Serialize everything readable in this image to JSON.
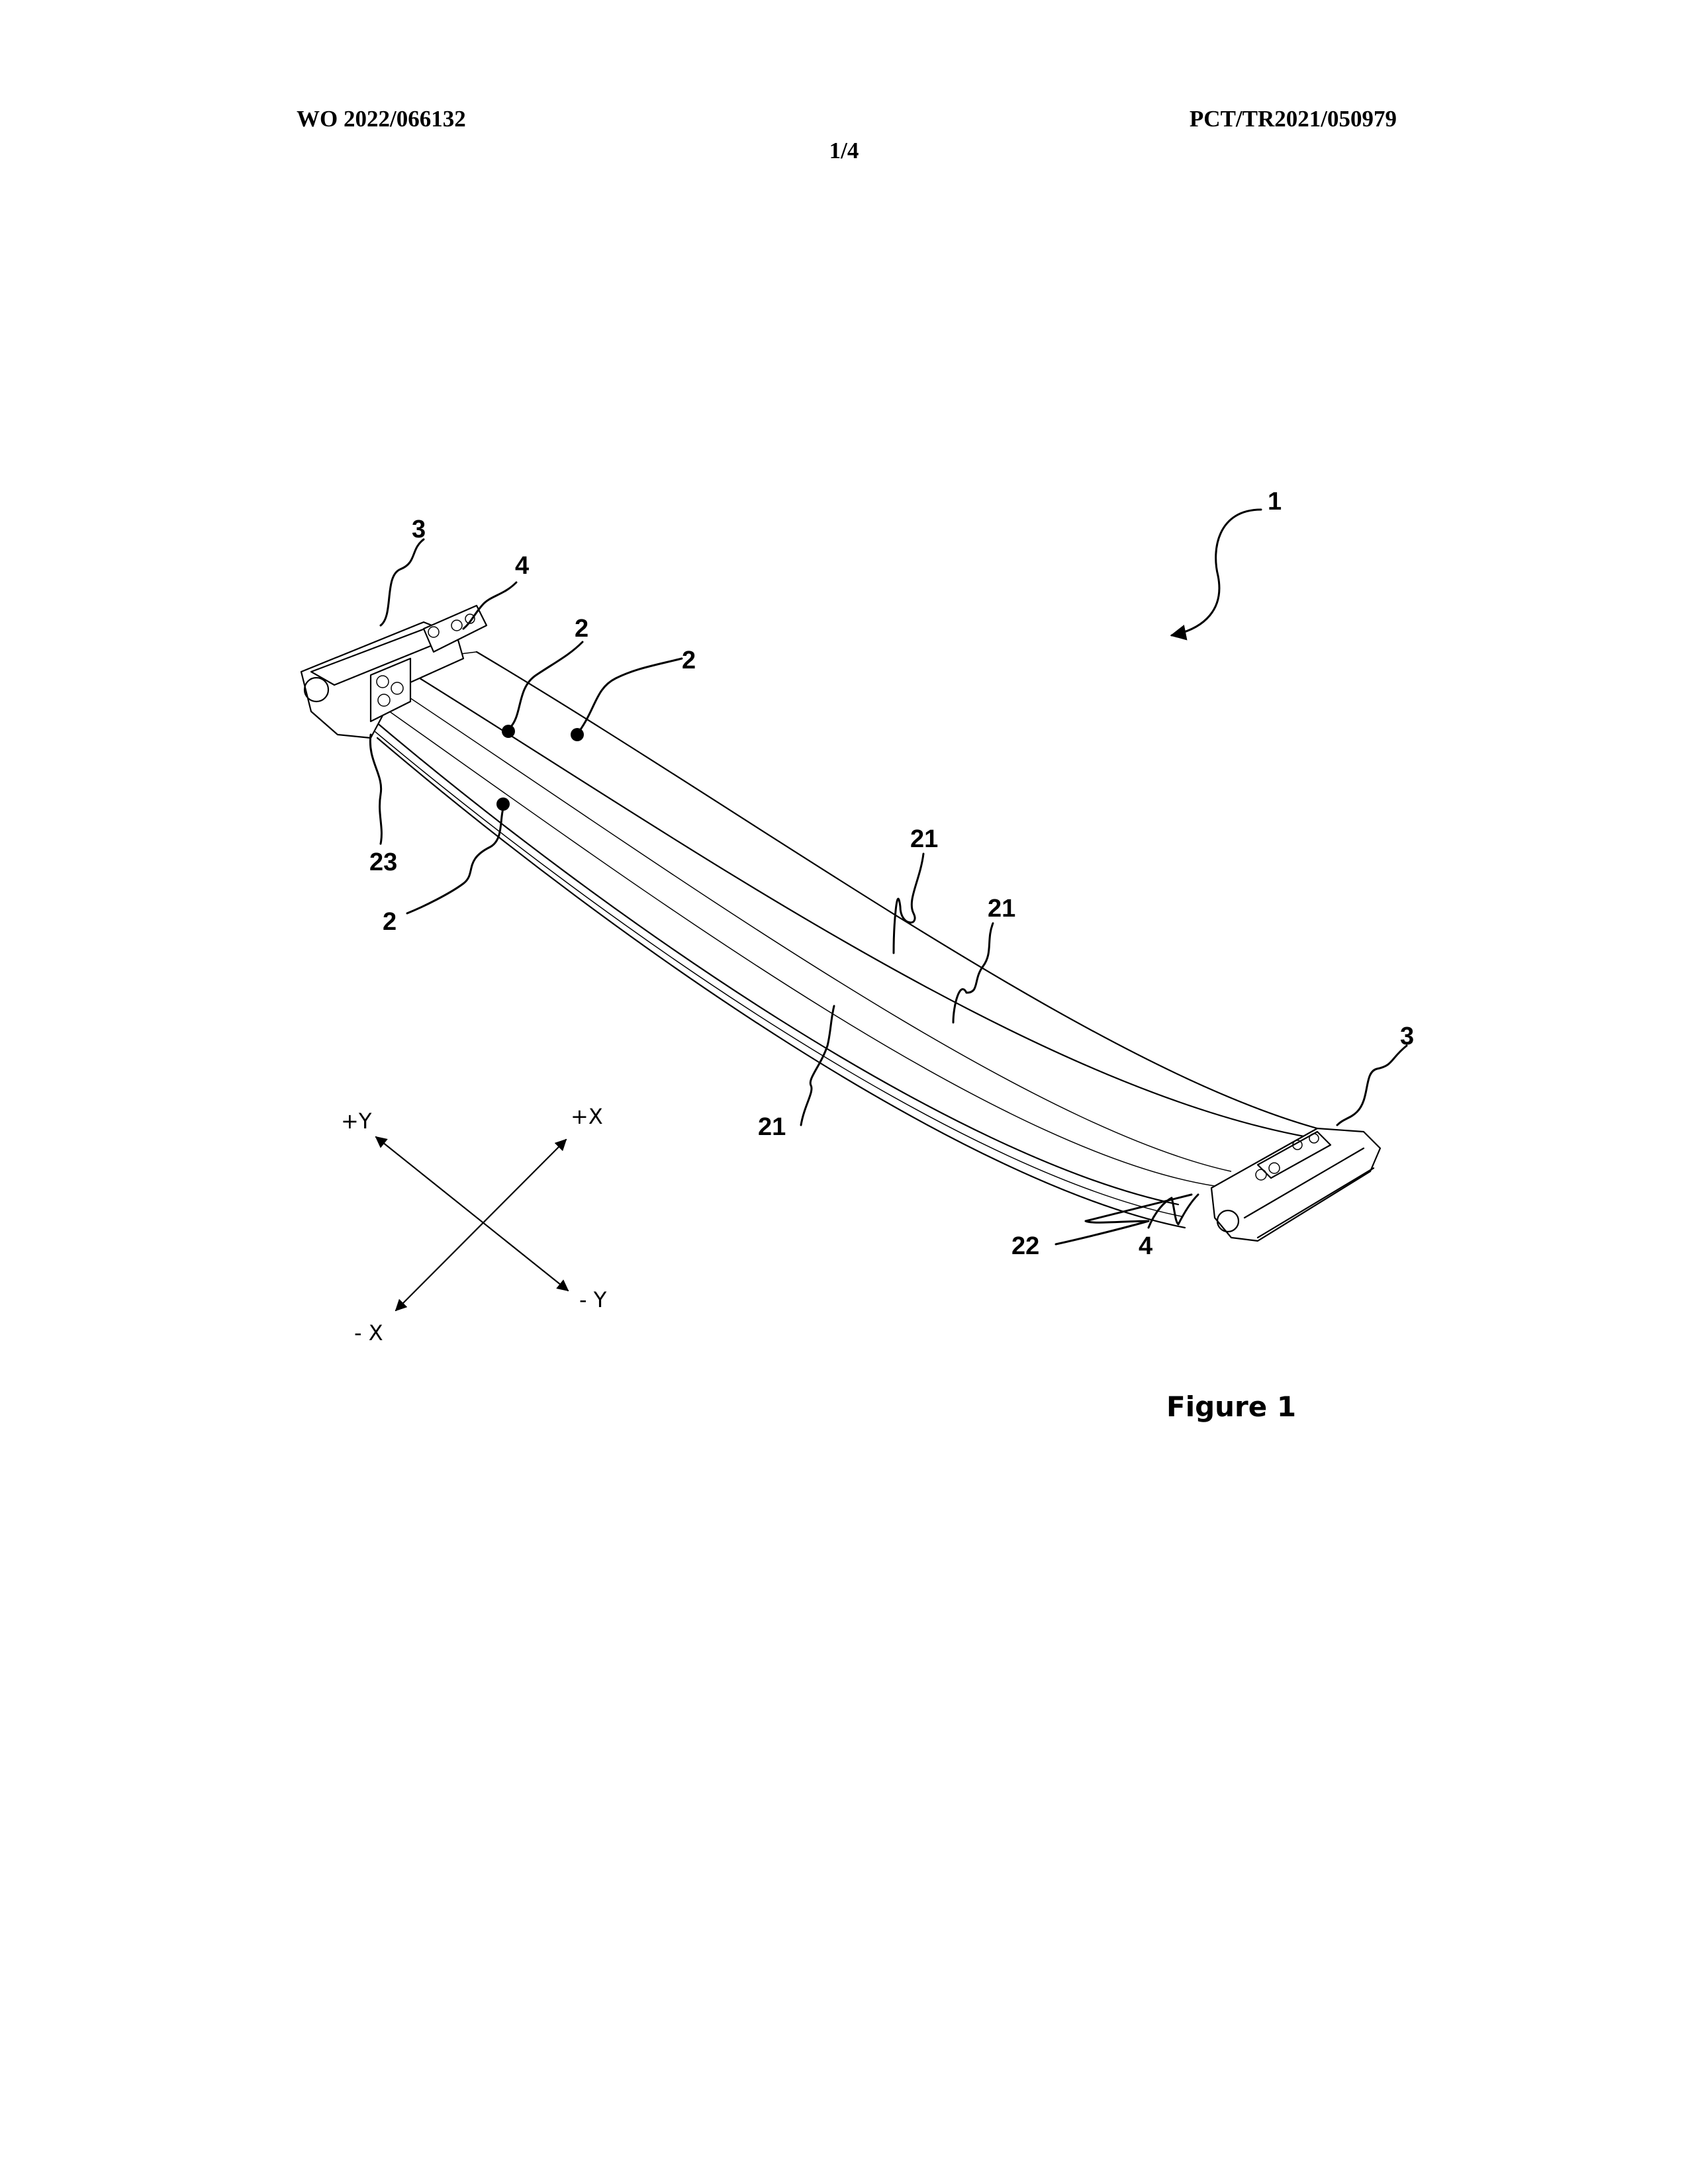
{
  "header": {
    "publication_number": "WO 2022/066132",
    "application_number": "PCT/TR2021/050979",
    "sheet": "1/4"
  },
  "figure": {
    "caption": "Figure 1",
    "reference_labels": {
      "assembly": "1",
      "leaf_a": "2",
      "leaf_b": "2",
      "leaf_c": "2",
      "eye_left": "3",
      "eye_right": "3",
      "clamp_left": "4",
      "clamp_right": "4",
      "body_a": "21",
      "body_b": "21",
      "body_c": "21",
      "end_right": "22",
      "end_left": "23"
    },
    "axes": {
      "plus_y": "+Y",
      "plus_x": "+X",
      "minus_x": "- X",
      "minus_y": "- Y"
    }
  }
}
